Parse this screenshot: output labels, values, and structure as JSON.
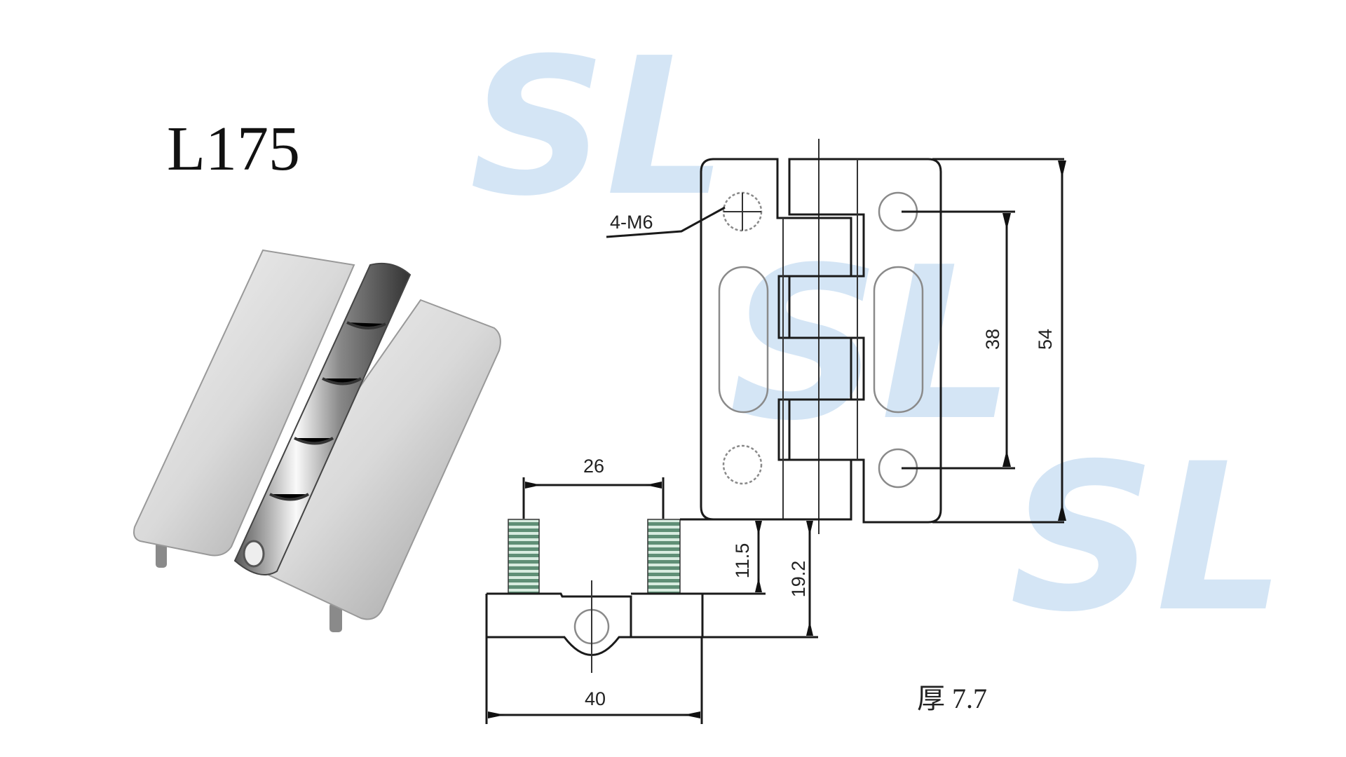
{
  "title": "L175",
  "watermark": "SL",
  "front_view": {
    "callout": "4-M6",
    "dim_hole_spacing": "38",
    "dim_height": "54"
  },
  "side_view": {
    "dim_stud_spacing": "26",
    "dim_width": "40",
    "dim_stud_length": "11.5",
    "dim_total_height": "19.2"
  },
  "thickness_label": "厚 7.7",
  "colors": {
    "watermark": "#8fbde6",
    "thread": "#5f8f76",
    "line": "#1a1a1a"
  }
}
